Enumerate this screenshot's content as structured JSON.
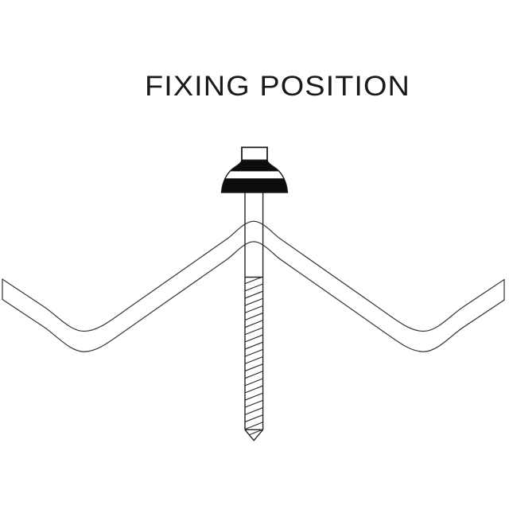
{
  "title": "FIXING POSITION",
  "diagram": {
    "subject": "roofing-screw-fixed-through-crest-of-corrugated-sheet",
    "parts": [
      "hex-head",
      "sealing-washer-dome",
      "plain-shank",
      "threaded-shank",
      "drill-point",
      "corrugated-sheet"
    ],
    "colors": {
      "background": "#ffffff",
      "sheet_line": "#3a3a3a",
      "screw_line": "#242424",
      "fill_black": "#0d0d0d",
      "text": "#1a1a1a"
    }
  }
}
